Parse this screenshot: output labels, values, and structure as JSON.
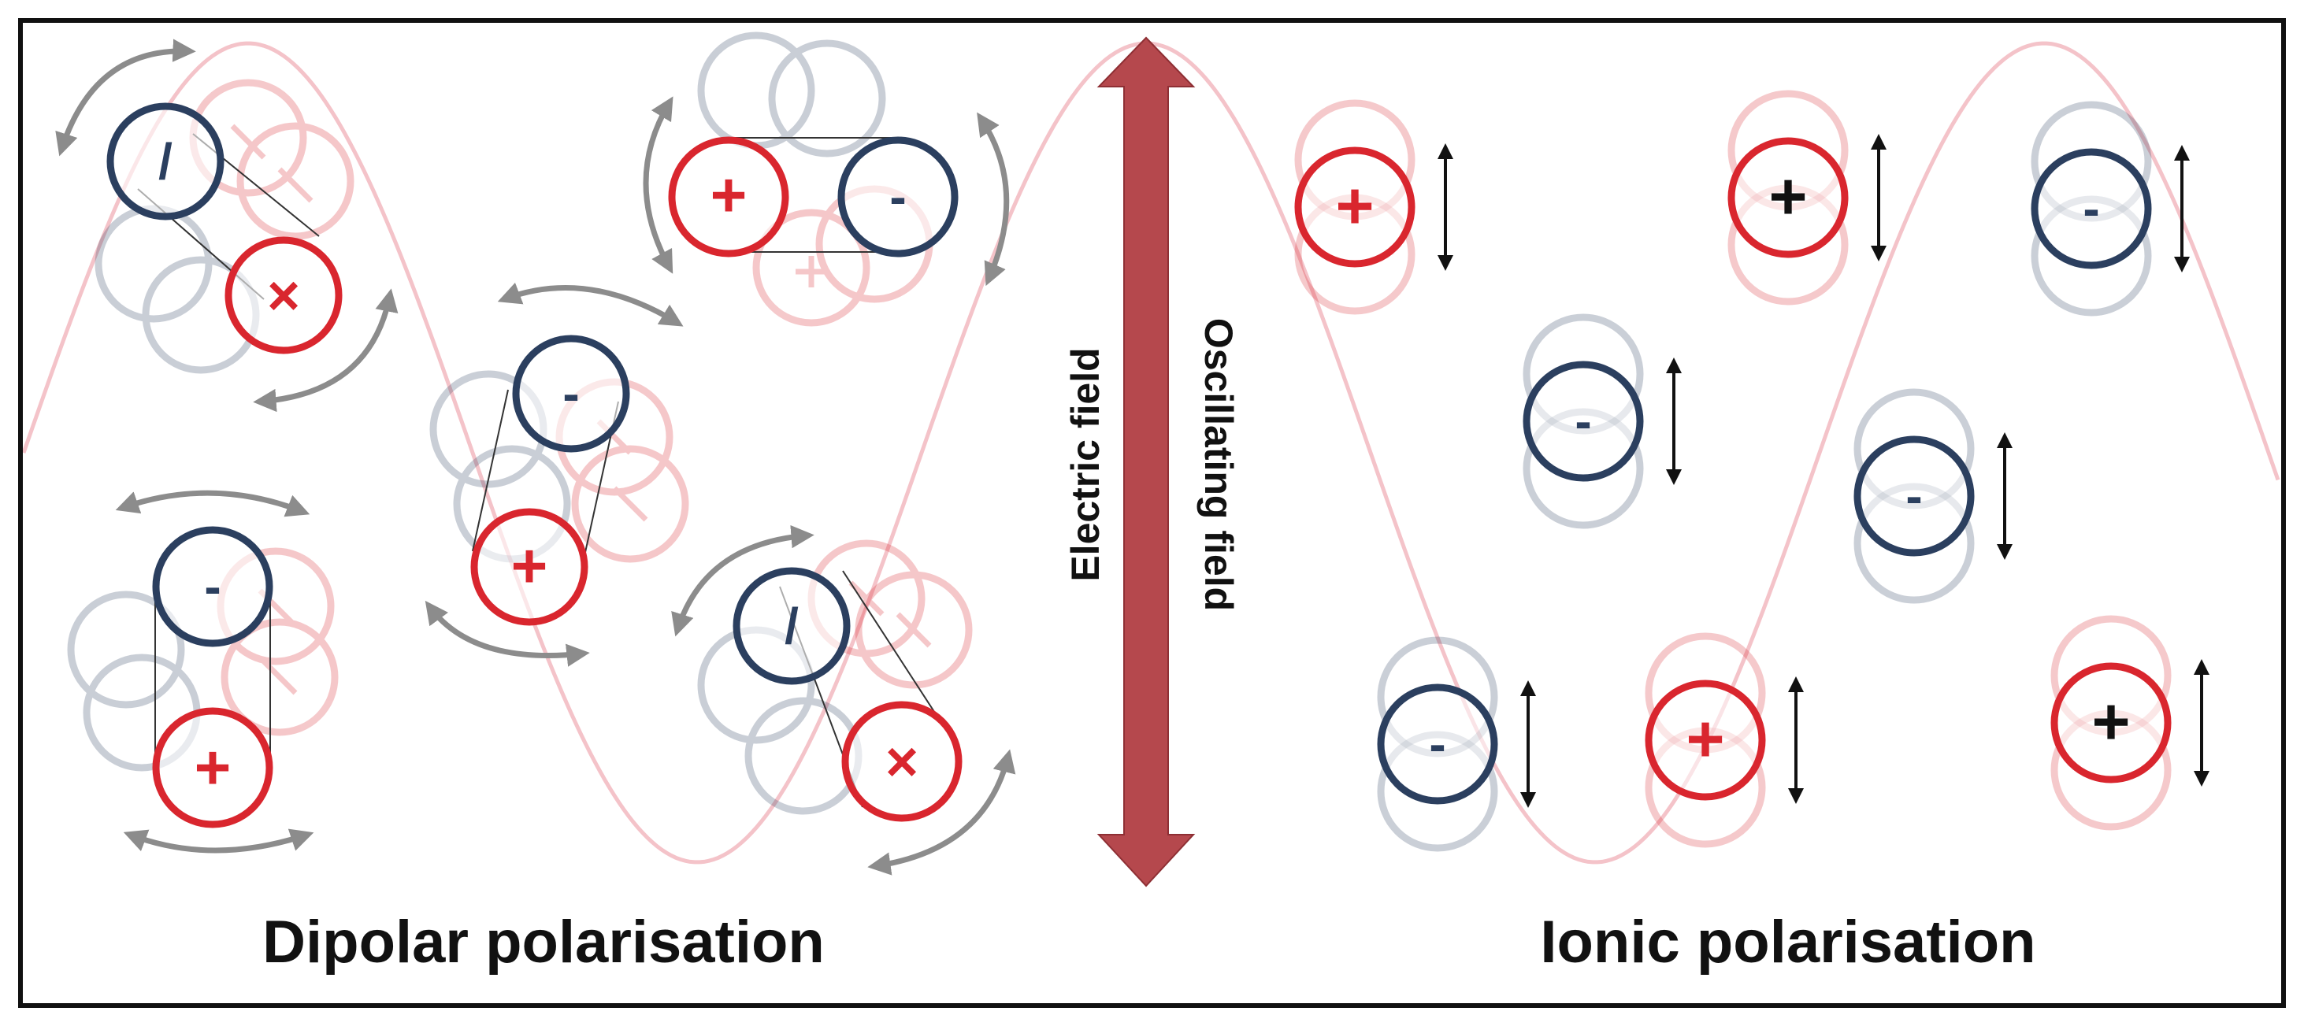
{
  "labels": {
    "dipolar": "Dipolar polarisation",
    "ionic": "Ionic polarisation",
    "electric_field": "Electric field",
    "oscillating_field": "Oscillating field"
  },
  "symbols": {
    "plus": "+",
    "minus": "-",
    "dipole_negative": "/",
    "dipole_positive": "×"
  },
  "colors": {
    "positive": "#d9262e",
    "negative": "#2b3f5f",
    "wave": "#f2b9bf",
    "field_arrow": "#b5484d",
    "frame": "#111111",
    "rotation_arrow": "#8c8c8c"
  },
  "icons": {
    "rotation": "curved-double-arrow-icon",
    "vibration": "vertical-double-arrow-icon",
    "field": "thick-vertical-double-arrow-icon"
  }
}
